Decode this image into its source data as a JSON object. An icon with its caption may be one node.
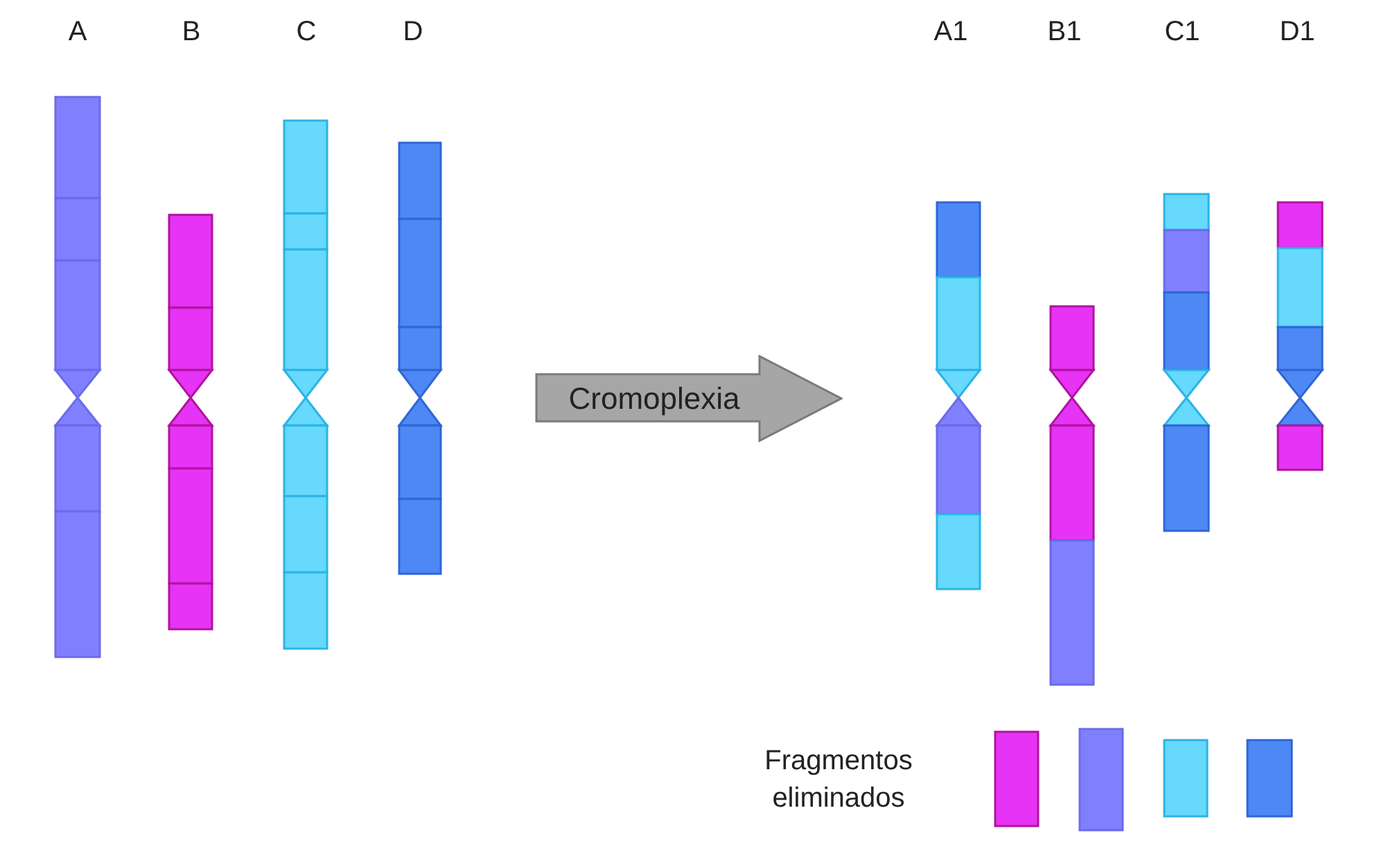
{
  "diagram": {
    "nodes": [
      {
        "text": [
          "Cromoplexia"
        ]
      }
    ],
    "labels": [
      "A",
      "B",
      "C",
      "D",
      "A1",
      "B1",
      "C1",
      "D1",
      "Fragmentos eliminados"
    ]
  }
}
